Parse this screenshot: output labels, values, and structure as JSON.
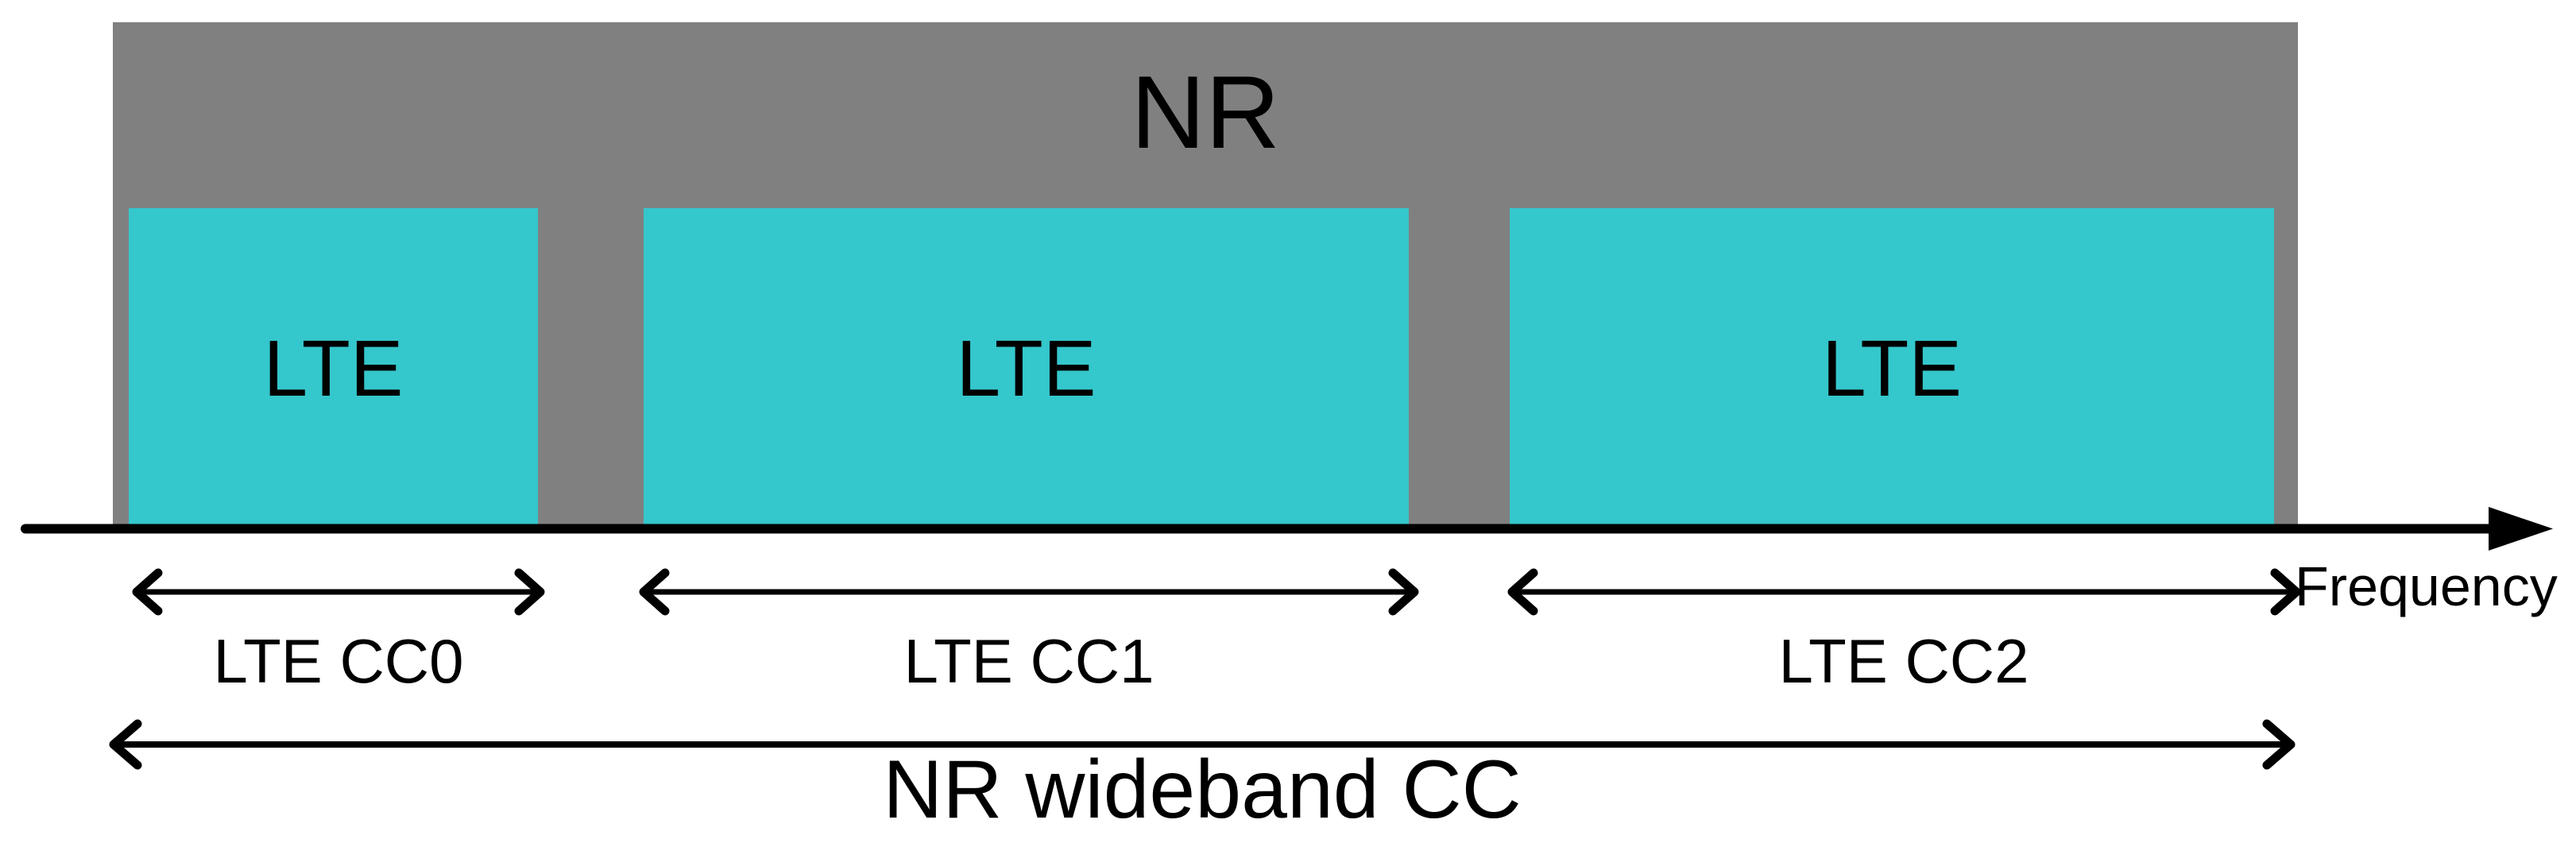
{
  "diagram": {
    "nr_label": "NR",
    "lte_boxes": [
      {
        "label": "LTE"
      },
      {
        "label": "LTE"
      },
      {
        "label": "LTE"
      }
    ],
    "cc_labels": [
      "LTE CC0",
      "LTE CC1",
      "LTE CC2"
    ],
    "wideband_label": "NR wideband CC",
    "axis_label": "Frequency",
    "colors": {
      "nr_band": "#808080",
      "lte_band": "#34C7CC",
      "line": "#000000",
      "background": "#FFFFFF"
    }
  }
}
